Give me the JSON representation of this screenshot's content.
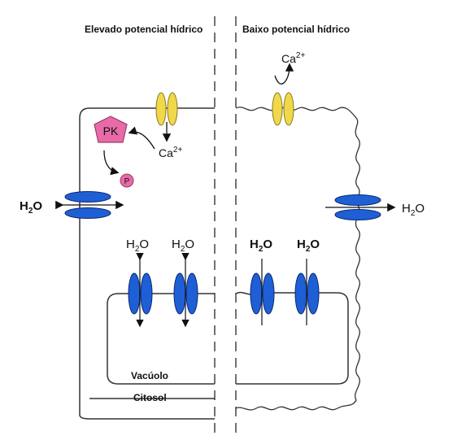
{
  "headers": {
    "left": "Elevado potencial hídrico",
    "right": "Baixo potencial hídrico"
  },
  "kinase": {
    "label": "PK",
    "phospho": "P"
  },
  "ions": {
    "calcium_left": "Ca",
    "calcium_left_charge": "2+",
    "calcium_right": "Ca",
    "calcium_right_charge": "2+"
  },
  "water": {
    "plasma_left": "H",
    "plasma_left_sub": "2",
    "plasma_left_end": "O",
    "plasma_right": "H",
    "plasma_right_sub": "2",
    "plasma_right_end": "O",
    "tonoplast_1": "H",
    "tonoplast_1_sub": "2",
    "tonoplast_1_end": "O",
    "tonoplast_2": "H",
    "tonoplast_2_sub": "2",
    "tonoplast_2_end": "O",
    "tonoplast_3": "H",
    "tonoplast_3_sub": "2",
    "tonoplast_3_end": "O",
    "tonoplast_4": "H",
    "tonoplast_4_sub": "2",
    "tonoplast_4_end": "O"
  },
  "compartments": {
    "vacuole": "Vacúolo",
    "cytosol": "Citosol"
  },
  "colors": {
    "aquaporin": "#1f5fd6",
    "calcium_channel": "#f0d84a",
    "kinase": "#e86aa8",
    "membrane": "#333333"
  }
}
